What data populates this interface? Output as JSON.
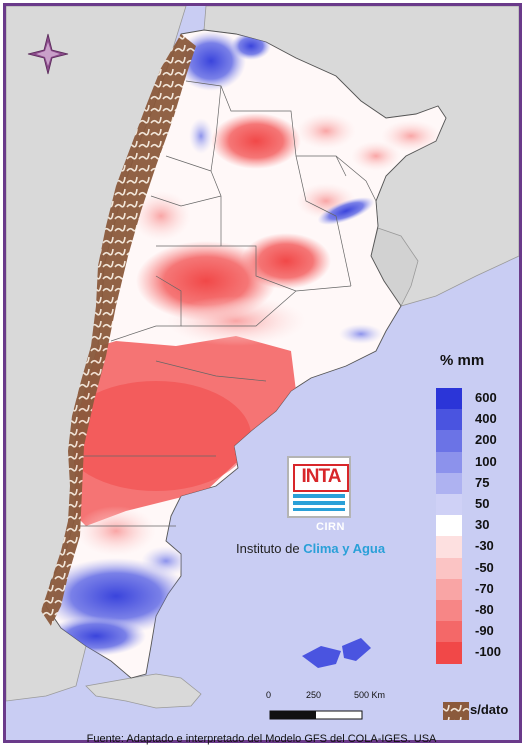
{
  "legend": {
    "title": "% mm",
    "items": [
      {
        "label": "600",
        "color": "#2b35d8"
      },
      {
        "label": "400",
        "color": "#4a54e0"
      },
      {
        "label": "200",
        "color": "#6b73e6"
      },
      {
        "label": "100",
        "color": "#8c92ec"
      },
      {
        "label": "75",
        "color": "#aeb2f1"
      },
      {
        "label": "50",
        "color": "#cfd1f6"
      },
      {
        "label": "30",
        "color": "#ffffff"
      },
      {
        "label": "-30",
        "color": "#fde0e0"
      },
      {
        "label": "-50",
        "color": "#fbc4c4"
      },
      {
        "label": "-70",
        "color": "#f9a5a5"
      },
      {
        "label": "-80",
        "color": "#f78686"
      },
      {
        "label": "-90",
        "color": "#f46868"
      },
      {
        "label": "-100",
        "color": "#f14848"
      }
    ],
    "nodata_label": "s/dato",
    "nodata_color": "#8b5a3c"
  },
  "logo": {
    "inta": "INTA",
    "cirn": "CIRN",
    "institute_prefix": "Instituto de ",
    "institute_highlight": "Clima y Agua"
  },
  "scale": {
    "labels": [
      "0",
      "250",
      "500 Km"
    ]
  },
  "source": "Fuente: Adaptado e interpretado del Modelo GFS del COLA-IGES. USA",
  "colors": {
    "ocean": "#c9cdf3",
    "neighbors": "#d9d9d9",
    "border": "#6a3a8a"
  }
}
